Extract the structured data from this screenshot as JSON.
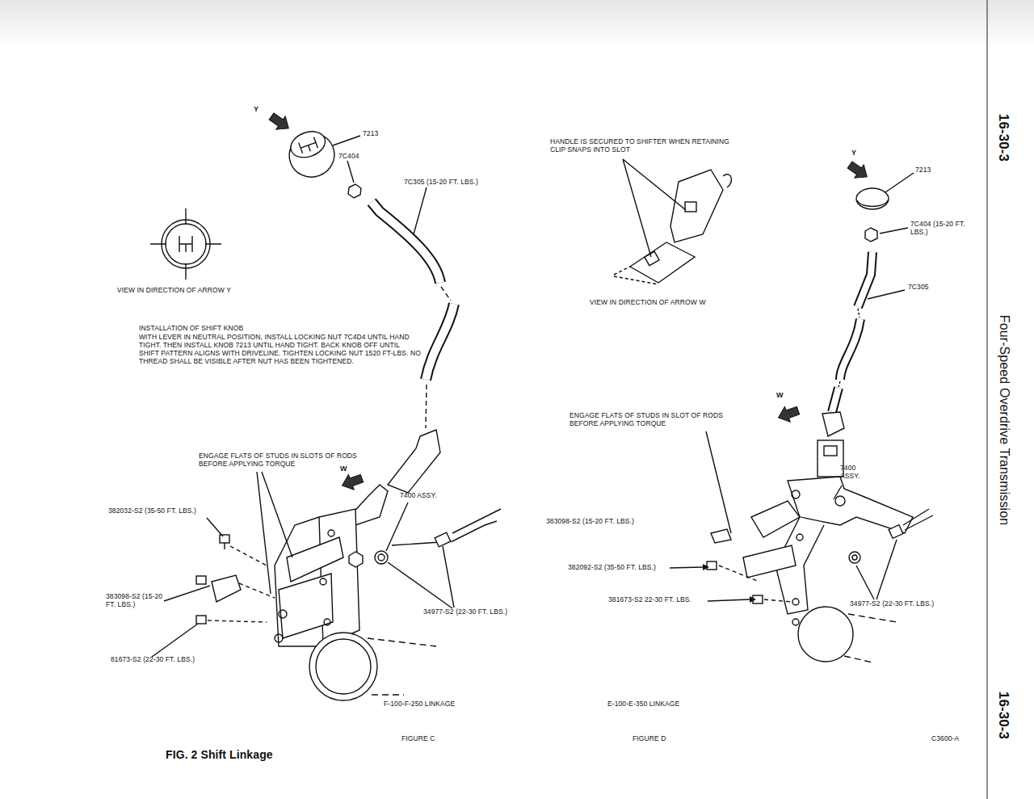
{
  "diagram": {
    "caption": "FIG. 2 Shift Linkage",
    "labels": [
      "16-30-3",
      "Four-Speed Overdrive Transmission",
      "16-30-3",
      "Y",
      "7213",
      "7C404",
      "7C305 (15-20 FT. LBS.)",
      "VIEW IN DIRECTION OF ARROW Y",
      "INSTALLATION OF SHIFT KNOB",
      "WITH LEVER IN NEUTRAL POSITION, INSTALL LOCKING NUT 7C4D4 UNTIL HAND TIGHT. THEN INSTALL KNOB 7213 UNTIL HAND TIGHT. BACK KNOB OFF UNTIL SHIFT PATTERN ALIGNS WITH DRIVELINE. TIGHTEN LOCKING NUT 1520 FT-LBS. NO THREAD SHALL BE VISIBLE AFTER NUT HAS BEEN TIGHTENED.",
      "ENGAGE FLATS OF STUDS IN SLOTS OF RODS BEFORE APPLYING TORQUE",
      "W",
      "7400 ASSY.",
      "382032-S2 (35-50 FT. LBS.)",
      "383098-S2 (15-20 FT. LBS.)",
      "81673-S2 (22-30 FT. LBS.)",
      "34977-S2 (22-30 FT. LBS.)",
      "F-100-F-250 LINKAGE",
      "FIGURE C",
      "HANDLE IS SECURED TO SHIFTER WHEN RETAINING CLIP SNAPS INTO SLOT",
      "VIEW IN DIRECTION OF ARROW W",
      "Y",
      "7213",
      "7C404 (15-20 FT. LBS.)",
      "7C305",
      "W",
      "ENGAGE FLATS OF STUDS IN SLOT OF RODS BEFORE APPLYING TORQUE",
      "7400 ASSY.",
      "383098-S2 (15-20 FT. LBS.)",
      "382092-S2 (35-50 FT. LBS.)",
      "381673-S2 22-30 FT. LBS.",
      "34977-S2 (22-30 FT. LBS.)",
      "E-100-E-350 LINKAGE",
      "FIGURE D",
      "C3600-A"
    ]
  }
}
